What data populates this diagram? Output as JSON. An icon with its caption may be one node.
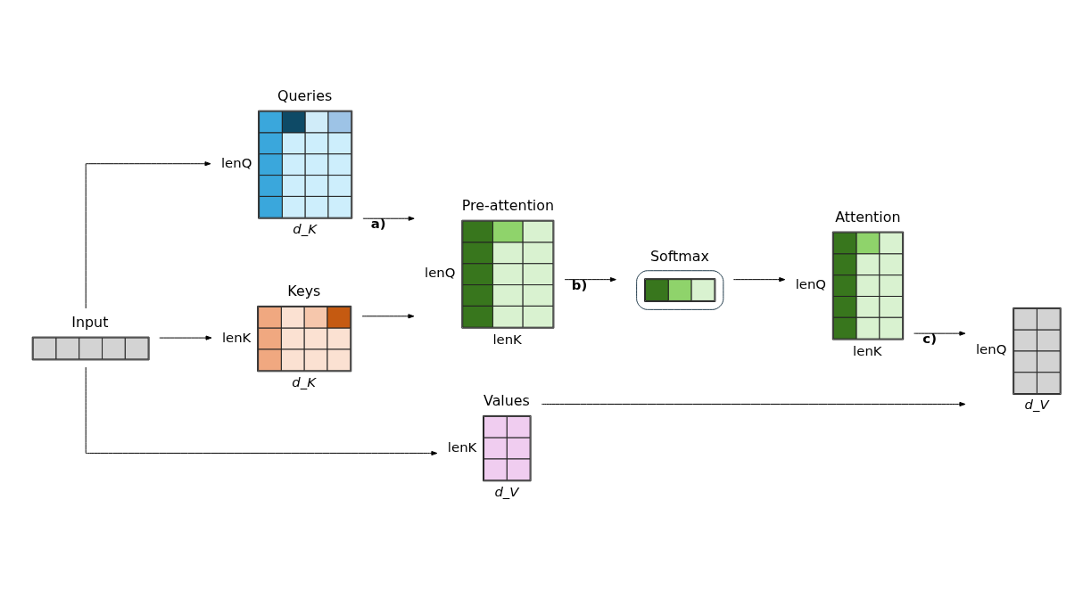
{
  "diagram": {
    "nodes": [
      {
        "text": [
          "Input"
        ]
      },
      {
        "text": [
          "Queries"
        ],
        "beside": [
          "lenQ",
          "d_K"
        ]
      },
      {
        "text": [
          "Keys"
        ],
        "beside": [
          "lenK",
          "d_K"
        ]
      },
      {
        "text": [
          "Values"
        ],
        "beside": [
          "lenK",
          "d_V"
        ]
      },
      {
        "text": [
          "Pre-attention"
        ],
        "beside": [
          "lenQ",
          "lenK"
        ]
      },
      {
        "text": [
          "Softmax"
        ]
      },
      {
        "text": [
          "Attention"
        ],
        "beside": [
          "lenQ",
          "lenK"
        ]
      },
      {
        "text": [],
        "shape": "box",
        "beside": [
          "lenQ",
          "d_V"
        ]
      }
    ],
    "edges": [
      {
        "from": 0,
        "to": 1,
        "arrow": "to"
      },
      {
        "from": 0,
        "to": 2,
        "arrow": "to"
      },
      {
        "from": 0,
        "to": 3,
        "arrow": "to"
      },
      {
        "from": 1,
        "to": 4,
        "arrow": "to",
        "label": "a)"
      },
      {
        "from": 2,
        "to": 4,
        "arrow": "to"
      },
      {
        "from": 4,
        "to": 5,
        "arrow": "to",
        "label": "b)"
      },
      {
        "from": 5,
        "to": 6,
        "arrow": "to"
      },
      {
        "from": 6,
        "to": 7,
        "arrow": "to",
        "label": "c)"
      },
      {
        "from": 3,
        "to": 7,
        "arrow": "to"
      }
    ]
  }
}
